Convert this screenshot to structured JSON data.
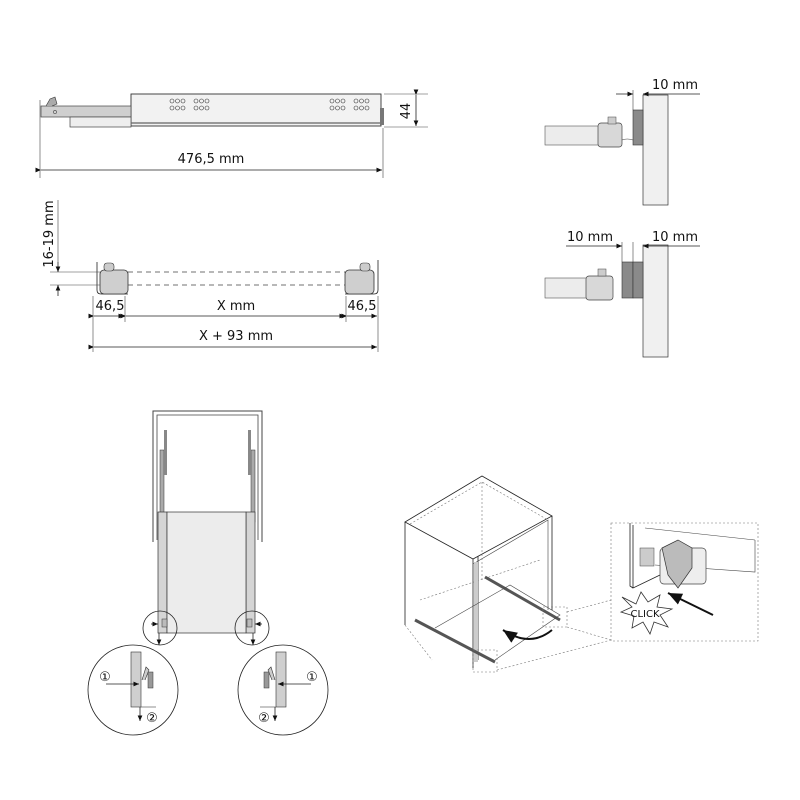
{
  "rail_side_view": {
    "length_label": "476,5 mm",
    "height_label": "44"
  },
  "rail_front_view": {
    "panel_thickness_label": "16-19 mm",
    "left_offset_label": "46,5",
    "inner_width_label": "X mm",
    "right_offset_label": "46,5",
    "total_width_label": "X + 93 mm"
  },
  "spacer_single": {
    "spacer_label": "10 mm"
  },
  "spacer_double": {
    "spacer_left_label": "10 mm",
    "spacer_right_label": "10 mm"
  },
  "detail_steps": {
    "step1": "①",
    "step2": "②"
  },
  "installation": {
    "click_label": "CLICK"
  },
  "colors": {
    "line": "#222222",
    "part_fill": "#d8d8d8",
    "panel_fill": "#f0f0f0",
    "spacer_fill": "#8a8a8a"
  }
}
